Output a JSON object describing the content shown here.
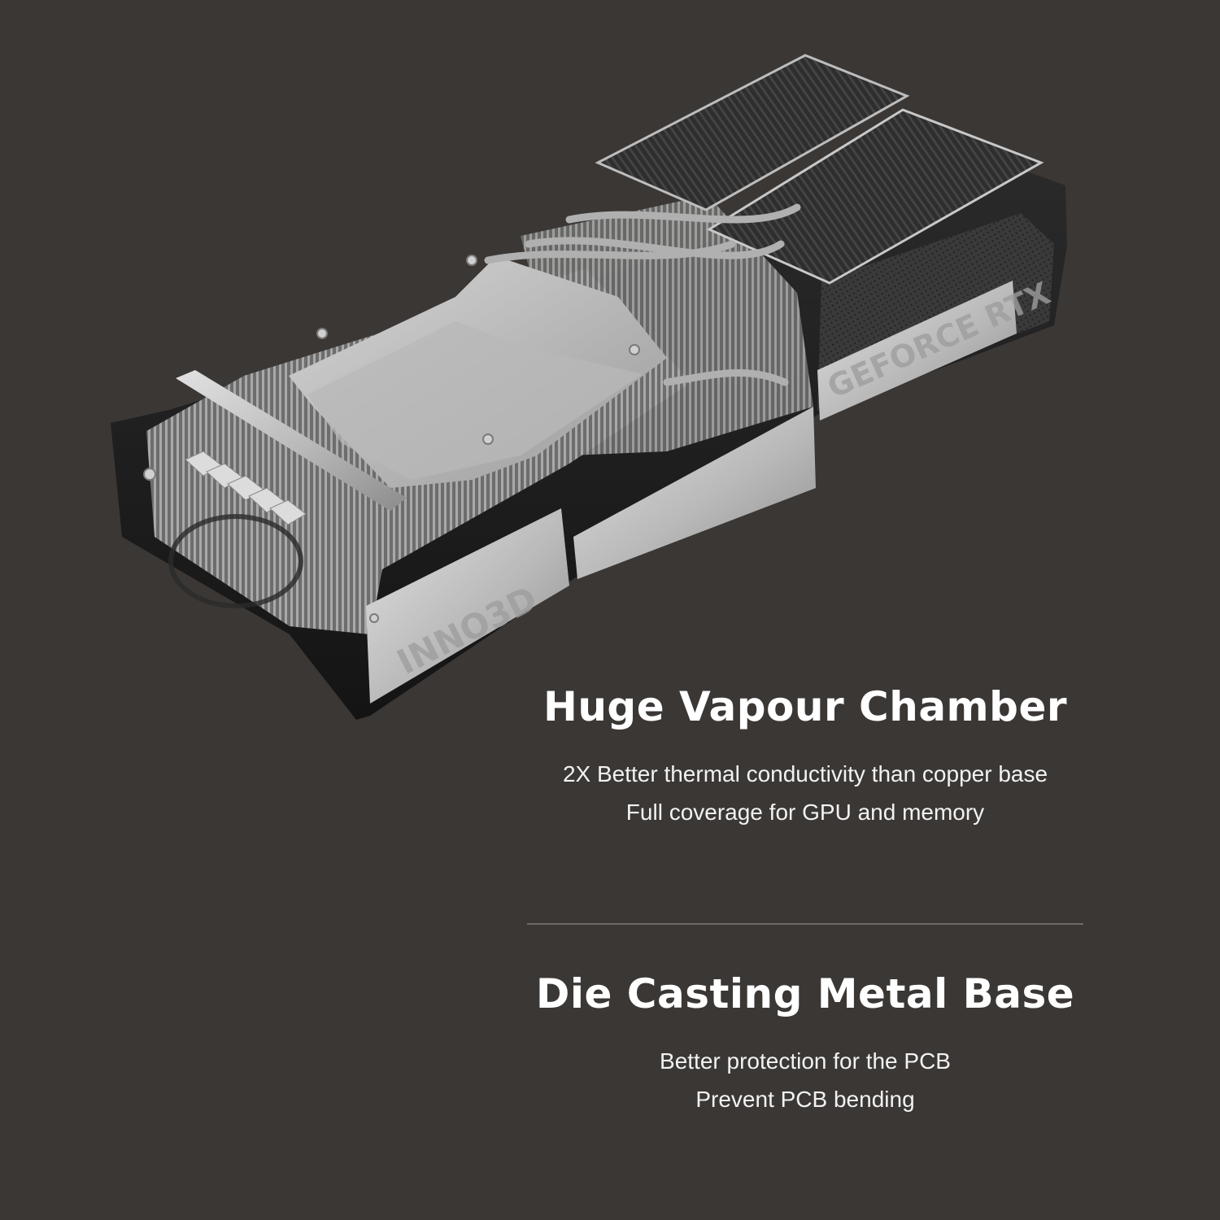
{
  "illustration": {
    "brand_engraving": "INNO3D",
    "series_engraving": "GEFORCE RTX"
  },
  "features": [
    {
      "title": "Huge Vapour Chamber",
      "lines": [
        "2X Better thermal conductivity than copper base",
        "Full coverage for GPU and memory"
      ]
    },
    {
      "title": "Die Casting Metal Base",
      "lines": [
        "Better protection for the PCB",
        "Prevent PCB bending"
      ]
    }
  ],
  "colors": {
    "background": "#3b3735",
    "text": "#ffffff",
    "divider": "#6e6a68"
  }
}
